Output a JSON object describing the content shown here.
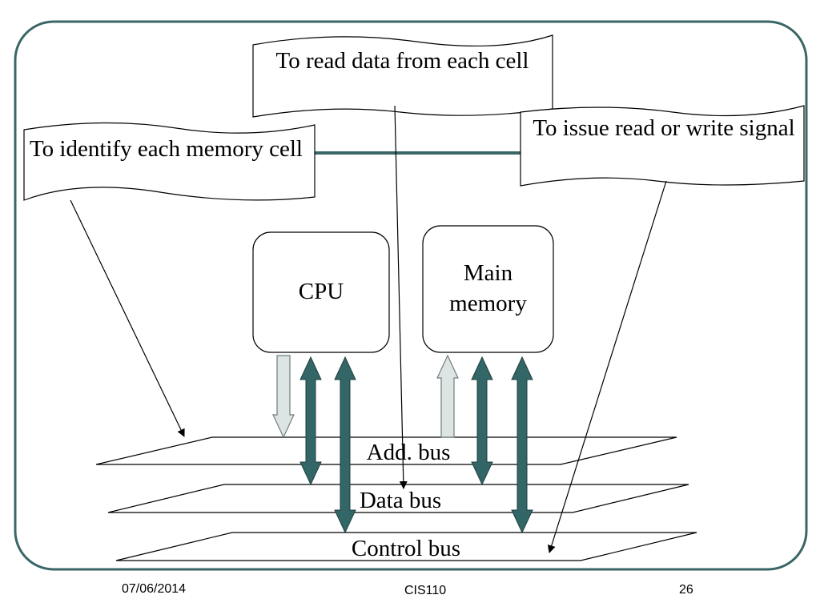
{
  "callouts": {
    "read_data": "To read data from each cell",
    "identify_cell": "To identify each memory cell",
    "issue_signal": "To issue read or write signal"
  },
  "blocks": {
    "cpu": "CPU",
    "main_memory": "Main memory"
  },
  "buses": {
    "address": "Add. bus",
    "data": "Data bus",
    "control": "Control bus"
  },
  "footer": {
    "date": "07/06/2014",
    "course": "CIS110",
    "page": "26"
  },
  "colors": {
    "frame": "#3b6666",
    "bidirectional_arrow": "#336666",
    "address_arrow": "#dde4e4",
    "line": "#000000"
  }
}
